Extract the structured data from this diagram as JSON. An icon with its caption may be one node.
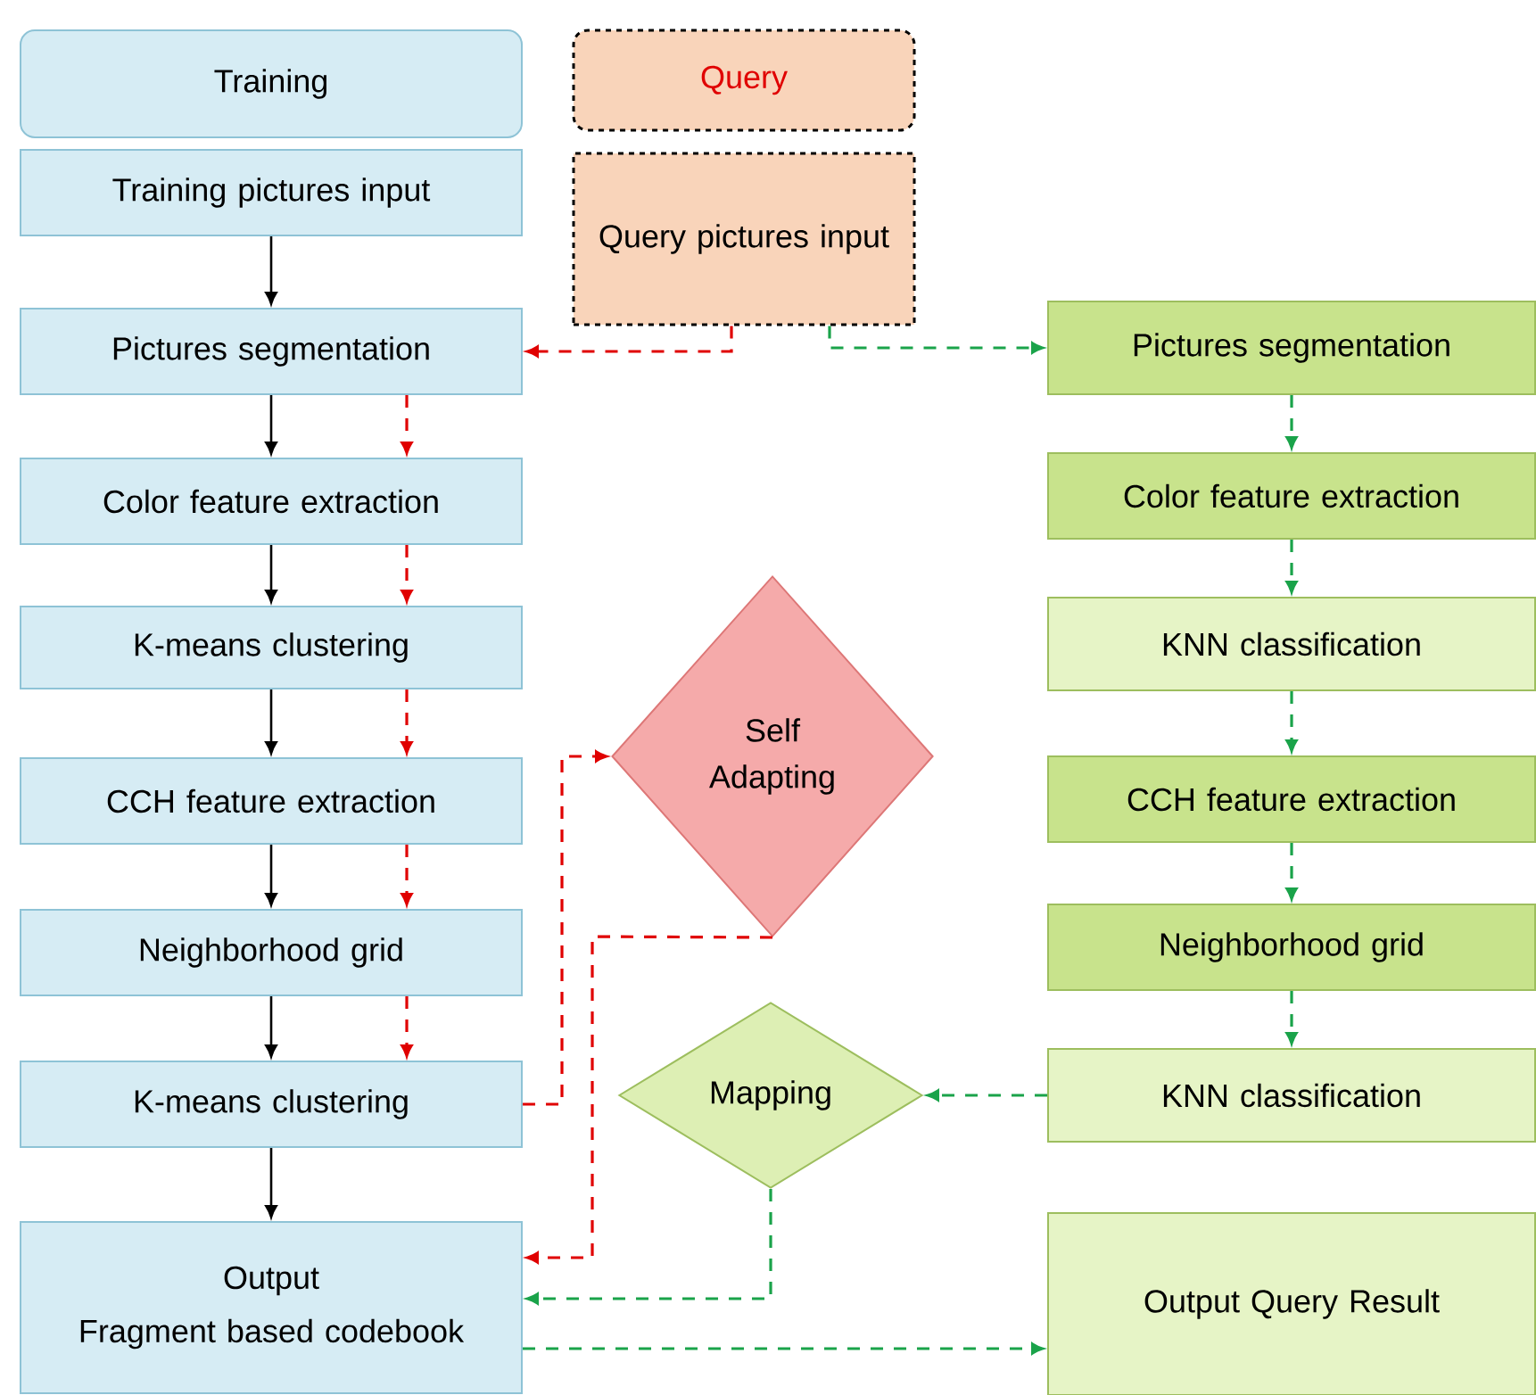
{
  "diagram": {
    "nodes": [
      {
        "text": [
          "Training"
        ]
      },
      {
        "text": [
          "Training pictures input"
        ]
      },
      {
        "text": [
          "Pictures segmentation"
        ]
      },
      {
        "text": [
          "Color feature extraction"
        ]
      },
      {
        "text": [
          "K-means clustering"
        ]
      },
      {
        "text": [
          "CCH feature extraction"
        ]
      },
      {
        "text": [
          "Neighborhood grid"
        ]
      },
      {
        "text": [
          "K-means clustering"
        ]
      },
      {
        "text": [
          "Output",
          "Fragment based codebook"
        ]
      },
      {
        "text": [
          "Query"
        ]
      },
      {
        "text": [
          "Query pictures input"
        ]
      },
      {
        "text": [
          "Self Adapting"
        ]
      },
      {
        "text": [
          "Mapping"
        ]
      },
      {
        "text": [
          "Pictures segmentation"
        ]
      },
      {
        "text": [
          "Color feature extraction"
        ]
      },
      {
        "text": [
          "KNN classification"
        ]
      },
      {
        "text": [
          "CCH feature extraction"
        ]
      },
      {
        "text": [
          "Neighborhood grid"
        ]
      },
      {
        "text": [
          "KNN classification"
        ]
      },
      {
        "text": [
          "Output Query Result"
        ]
      }
    ],
    "edges": [
      {
        "from": 1,
        "to": 2,
        "arrow": "to",
        "color": "#000000"
      },
      {
        "from": 2,
        "to": 3,
        "arrow": "to",
        "color": "#000000"
      },
      {
        "from": 3,
        "to": 4,
        "arrow": "to",
        "color": "#000000"
      },
      {
        "from": 4,
        "to": 5,
        "arrow": "to",
        "color": "#000000"
      },
      {
        "from": 5,
        "to": 6,
        "arrow": "to",
        "color": "#000000"
      },
      {
        "from": 6,
        "to": 7,
        "arrow": "to",
        "color": "#000000"
      },
      {
        "from": 7,
        "to": 8,
        "arrow": "to",
        "color": "#000000"
      },
      {
        "from": 10,
        "to": 2,
        "arrow": "to",
        "style": "dashed",
        "color": "#e00000"
      },
      {
        "from": 2,
        "to": 3,
        "arrow": "to",
        "style": "dashed",
        "color": "#e00000"
      },
      {
        "from": 3,
        "to": 4,
        "arrow": "to",
        "style": "dashed",
        "color": "#e00000"
      },
      {
        "from": 4,
        "to": 5,
        "arrow": "to",
        "style": "dashed",
        "color": "#e00000"
      },
      {
        "from": 5,
        "to": 6,
        "arrow": "to",
        "style": "dashed",
        "color": "#e00000"
      },
      {
        "from": 6,
        "to": 7,
        "arrow": "to",
        "style": "dashed",
        "color": "#e00000"
      },
      {
        "from": 7,
        "to": 11,
        "arrow": "to",
        "style": "dashed",
        "color": "#e00000"
      },
      {
        "from": 11,
        "to": 8,
        "arrow": "to",
        "style": "dashed",
        "color": "#e00000"
      },
      {
        "from": 10,
        "to": 13,
        "arrow": "to",
        "style": "dashed"
      },
      {
        "from": 13,
        "to": 14,
        "arrow": "to",
        "style": "dashed"
      },
      {
        "from": 14,
        "to": 15,
        "arrow": "to",
        "style": "dashed"
      },
      {
        "from": 15,
        "to": 16,
        "arrow": "to",
        "style": "dashed"
      },
      {
        "from": 16,
        "to": 17,
        "arrow": "to",
        "style": "dashed"
      },
      {
        "from": 17,
        "to": 18,
        "arrow": "to",
        "style": "dashed"
      },
      {
        "from": 18,
        "to": 12,
        "arrow": "to",
        "style": "dashed"
      },
      {
        "from": 12,
        "to": 8,
        "arrow": "to",
        "style": "dashed"
      },
      {
        "from": 8,
        "to": 19,
        "arrow": "to",
        "style": "dashed"
      }
    ]
  }
}
